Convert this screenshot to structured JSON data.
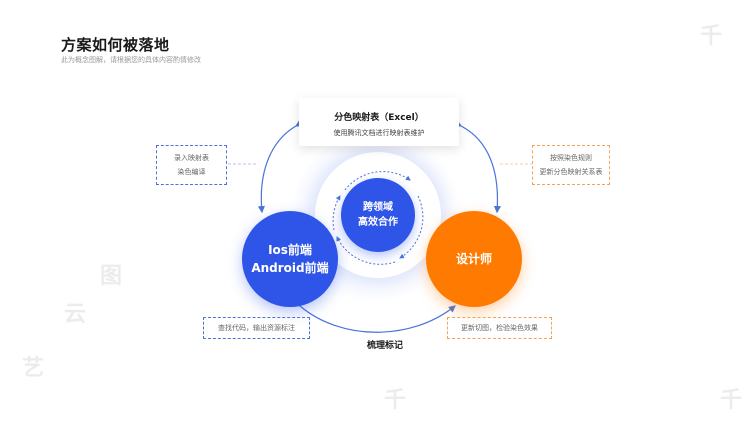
{
  "header": {
    "title": "方案如何被落地",
    "subtitle": "此为概念图解，请根据您的具体内容酌情修改"
  },
  "top_box": {
    "title": "分色映射表（Excel）",
    "subtitle": "使用腾讯文档进行映射表维护"
  },
  "center": {
    "line1": "跨领域",
    "line2": "高效合作"
  },
  "left_node": {
    "line1": "Ios前端",
    "line2": "Android前端"
  },
  "right_node": {
    "label": "设计师"
  },
  "notes": {
    "top_left": {
      "line1": "录入映射表",
      "line2": "染色编译"
    },
    "top_right": {
      "line1": "按照染色规则",
      "line2": "更新分色映射关系表"
    },
    "bottom_left": {
      "line1": "查找代码，输出资源标注"
    },
    "bottom_right": {
      "line1": "更新切图，检验染色效果"
    }
  },
  "bottom_label": "梳理标记",
  "colors": {
    "blue": "#2f55e8",
    "orange": "#ff7a00",
    "arrow": "#4a74d9"
  },
  "watermark": {
    "chars": [
      "千",
      "图",
      "艺",
      "云"
    ]
  }
}
